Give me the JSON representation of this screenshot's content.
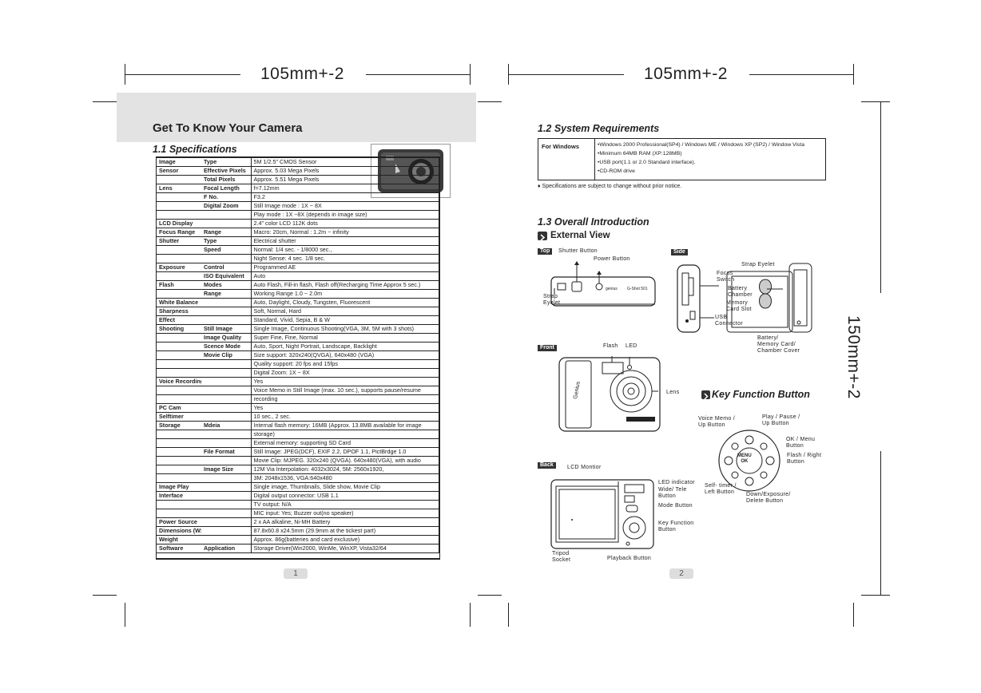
{
  "page_left": {
    "dimension_label": "105mm+-2",
    "title": "Get To Know Your Camera",
    "section": "1.1 Specifications",
    "page_number": "1",
    "specs": [
      {
        "c1": "Image",
        "c2": "Type",
        "c3": "5M 1/2.5\" CMOS Sensor",
        "grp": true
      },
      {
        "c1": "Sensor",
        "c2": "Effective Pixels",
        "c3": "Approx. 5.03 Mega Pixels"
      },
      {
        "c1": "",
        "c2": "Total Pixels",
        "c3": "Approx. 5.51 Mega Pixels"
      },
      {
        "c1": "Lens",
        "c2": "Focal Length",
        "c3": "f=7.12mm",
        "grp": true
      },
      {
        "c1": "",
        "c2": "F No.",
        "c3": "F3.2"
      },
      {
        "c1": "",
        "c2": "Digital Zoom",
        "c3": "Still Image mode : 1X ~ 8X"
      },
      {
        "c1": "",
        "c2": "",
        "c3": "Play mode : 1X ~8X (depends in image size)"
      },
      {
        "c1": "LCD Display",
        "c2": "",
        "c3": "2.4\" color LCD 112K dots",
        "grp": true
      },
      {
        "c1": "Focus Range",
        "c2": "Range",
        "c3": "Macro: 20cm, Normal : 1.2m ~ infinity",
        "grp": true
      },
      {
        "c1": "Shutter",
        "c2": "Type",
        "c3": "Electrical shutter",
        "grp": true
      },
      {
        "c1": "",
        "c2": "Speed",
        "c3": "Normal: 1/4 sec. - 1/8000 sec.,"
      },
      {
        "c1": "",
        "c2": "",
        "c3": "Night Sense: 4 sec. 1/8 sec."
      },
      {
        "c1": "Exposure",
        "c2": "Control",
        "c3": "Programmed AE",
        "grp": true
      },
      {
        "c1": "",
        "c2": "ISO Equivalent",
        "c3": "Auto"
      },
      {
        "c1": "Flash",
        "c2": "Modes",
        "c3": "Auto Flash, Fill-in flash, Flash off(Recharging Time Approx 5 sec.)",
        "grp": true
      },
      {
        "c1": "",
        "c2": "Range",
        "c3": "Working Range 1.0 ~ 2.0m"
      },
      {
        "c1": "White Balance",
        "c2": "",
        "c3": "Auto, Daylight, Cloudy, Tungsten, Fluorescent",
        "grp": true
      },
      {
        "c1": "Sharpness",
        "c2": "",
        "c3": "Soft, Normal, Hard",
        "grp": true
      },
      {
        "c1": "Effect",
        "c2": "",
        "c3": "Standard, Vivid, Sepia, B & W",
        "grp": true
      },
      {
        "c1": "Shooting",
        "c2": "Still Image",
        "c3": "Single Image, Continuous Shooting(VGA, 3M, 5M with 3 shots)",
        "grp": true
      },
      {
        "c1": "",
        "c2": "Image Quality",
        "c3": "Super Fine, Fine, Normal"
      },
      {
        "c1": "",
        "c2": "Scence Mode",
        "c3": "Auto, Sport, Night Portrait, Landscape, Backlight"
      },
      {
        "c1": "",
        "c2": "Movie Clip",
        "c3": "Size support: 320x240(QVGA), 640x480 (VGA)"
      },
      {
        "c1": "",
        "c2": "",
        "c3": "Quality support: 20 fps and 15fps"
      },
      {
        "c1": "",
        "c2": "",
        "c3": "Digital Zoom: 1X ~ 8X"
      },
      {
        "c1": "Voice Recording",
        "c2": "",
        "c3": "Yes",
        "grp": true
      },
      {
        "c1": "",
        "c2": "",
        "c3": "Voice Memo in Still Image (max. 10 sec.), supports pause/resume"
      },
      {
        "c1": "",
        "c2": "",
        "c3": "recording"
      },
      {
        "c1": "PC Cam",
        "c2": "",
        "c3": "Yes",
        "grp": true
      },
      {
        "c1": "Selftimer",
        "c2": "",
        "c3": "10 sec., 2 sec.",
        "grp": true
      },
      {
        "c1": "Storage",
        "c2": "Mdeia",
        "c3": "Internal flash memory: 16MB (Approx. 13.8MB available for image",
        "grp": true
      },
      {
        "c1": "",
        "c2": "",
        "c3": "storage)"
      },
      {
        "c1": "",
        "c2": "",
        "c3": "External memory: supporting SD Card"
      },
      {
        "c1": "",
        "c2": "File Format",
        "c3": "Still Image: JPEG(DCF), EXIF 2.2, DPOF 1.1, PictBrdge 1.0"
      },
      {
        "c1": "",
        "c2": "",
        "c3": "Movie Clip: MJPEG. 320x240 (QVGA). 640x480(VGA), with audio"
      },
      {
        "c1": "",
        "c2": "Image Size",
        "c3": "12M Via Interpolation: 4032x3024, 5M: 2560x1920,"
      },
      {
        "c1": "",
        "c2": "",
        "c3": "3M: 2048x1536, VGA:640x480"
      },
      {
        "c1": "Image Play",
        "c2": "",
        "c3": "Single image, Thumbnails, Slide show, Movie Clip",
        "grp": true
      },
      {
        "c1": "Interface",
        "c2": "",
        "c3": "Digital output connector: USB 1.1"
      },
      {
        "c1": "",
        "c2": "",
        "c3": "TV output: N/A"
      },
      {
        "c1": "",
        "c2": "",
        "c3": "MIC input: Yes; Buzzer out(no speaker)"
      },
      {
        "c1": "Power Source",
        "c2": "",
        "c3": "2 x AA alkaline, Ni-MH Battery",
        "grp": true
      },
      {
        "c1": "Dimensions (WxHxD)",
        "c2": "",
        "c3": "87.8x60.8 x24.5mm (29.9mm at the tickest part)",
        "grp": true
      },
      {
        "c1": "Weight",
        "c2": "",
        "c3": "Approx. 86g(batteries and card exclusive)",
        "grp": true
      },
      {
        "c1": "Software",
        "c2": "Application",
        "c3": "Storage Driver(Win2000, WinMe, WinXP, Vista32/64",
        "grp": true
      }
    ]
  },
  "page_right": {
    "dimension_label": "105mm+-2",
    "vertical_dimension_label": "150mm+-2",
    "page_number": "2",
    "sys_req_title": "1.2 System Requirements",
    "sys_req_label": "For Windows",
    "sys_req_items": [
      "Windows 2000 Professional(SP4) / Windows ME / Windows XP (SP2) / Window Vista",
      "Minimum 64MB RAM (XP:128MB)",
      "USB port(1.1 or 2.0 Standard interface).",
      "CD-ROM drive"
    ],
    "note": "Specifications are subject to change without prior notice.",
    "overall_title": "1.3 Overall Introduction",
    "external_view": "External View",
    "key_function_title": "Key Function Button",
    "tags": {
      "top": "Top",
      "side": "Side",
      "front": "Front",
      "back": "Back"
    },
    "labels": {
      "shutter": "Shutter Button",
      "power": "Power Button",
      "strap": "Strap\nEyelet",
      "strap_eyelet": "Strap Eyelet",
      "focus": "Focus\nSwitch",
      "battery": "Battery\nChamber",
      "memory": "Memory\nCard Slot",
      "usb": "USB\nConnector",
      "battery_cover": "Battery/\nMemory Card/\nChamber Cover",
      "flash": "Flash",
      "led": "LED",
      "lens": "Lens",
      "lcd": "LCD Montior",
      "led_ind": "LED indicator",
      "wide": "Wide/ Tele\nButton",
      "mode": "Mode Button",
      "keyfn": "Key Function\nButton",
      "tripod": "Tripod\nSocket",
      "playback": "Playback Button",
      "voice": "Voice Memo /\nUp Button",
      "play": "Play / Pause /\nUp Button",
      "ok": "OK / Menu\nButton",
      "flashright": "Flash / Right\nButton",
      "self": "Self- timer /\nLeft Button",
      "down": "Down/Exposure/\nDelete Button",
      "menu_ok": "MENU\nOK"
    }
  }
}
